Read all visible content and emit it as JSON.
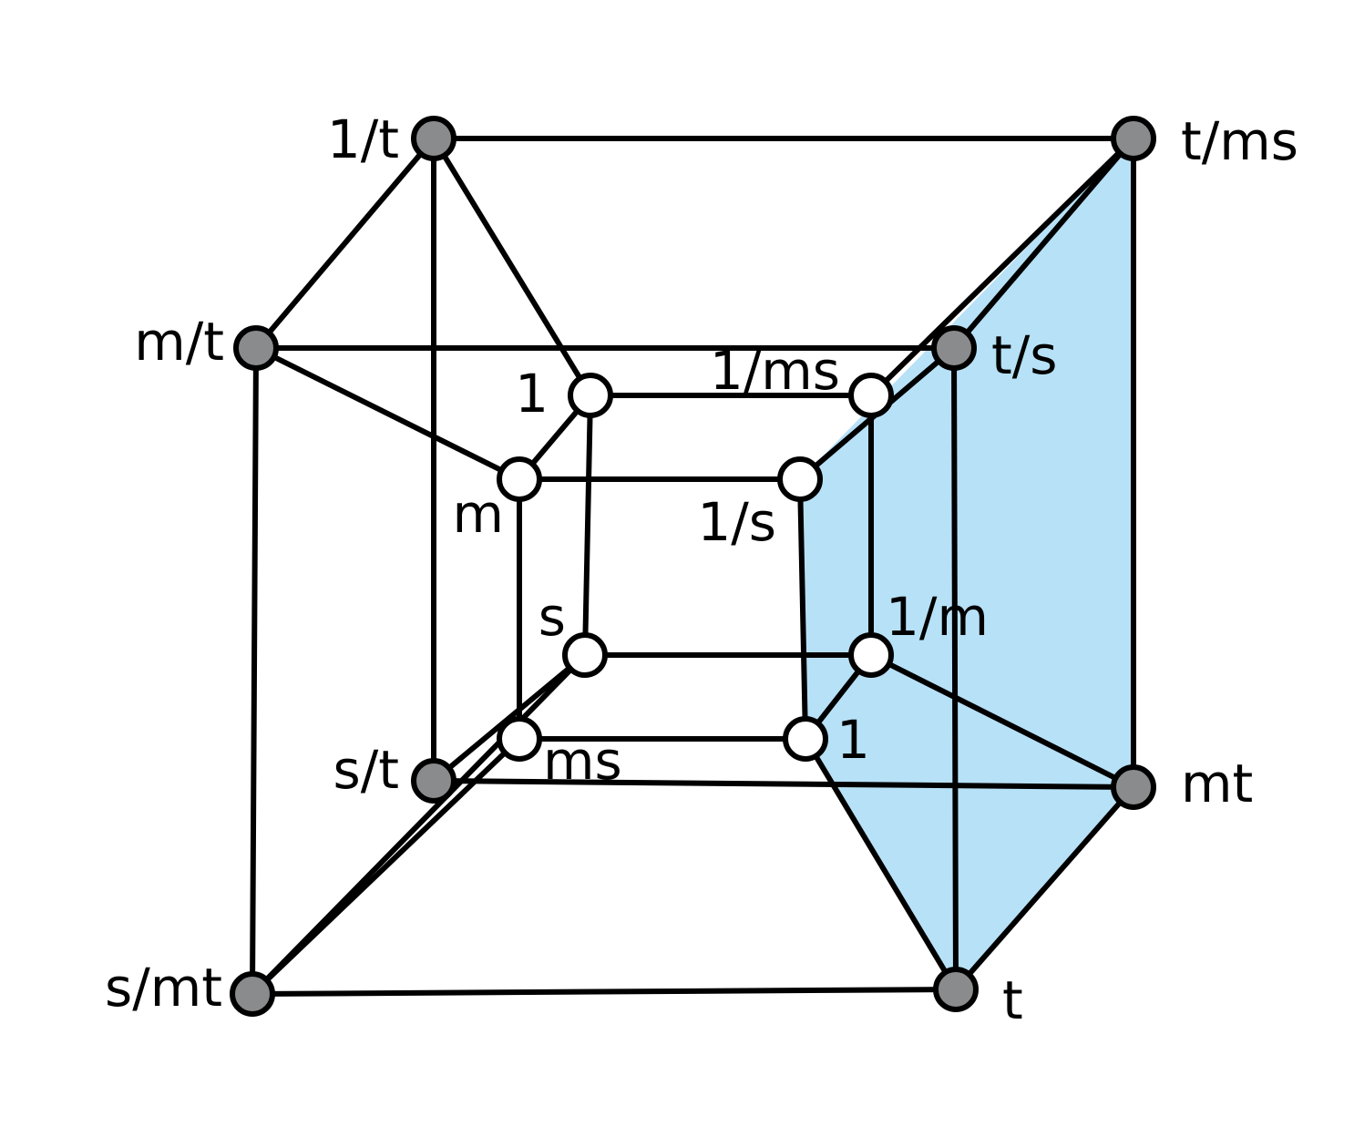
{
  "colors": {
    "outer_node_fill": "#8a8b8d",
    "inner_node_fill": "#ffffff",
    "edge": "#000000",
    "highlight_fill": "#aadcf6",
    "background": "#ffffff"
  },
  "nodes": [
    {
      "id": "n_1_over_t",
      "label": "1/t",
      "kind": "outer"
    },
    {
      "id": "n_t_over_ms",
      "label": "t/ms",
      "kind": "outer"
    },
    {
      "id": "n_m_over_t",
      "label": "m/t",
      "kind": "outer"
    },
    {
      "id": "n_t_over_s",
      "label": "t/s",
      "kind": "outer"
    },
    {
      "id": "n_s_over_t",
      "label": "s/t",
      "kind": "outer"
    },
    {
      "id": "n_mt",
      "label": "mt",
      "kind": "outer"
    },
    {
      "id": "n_s_over_mt",
      "label": "s/mt",
      "kind": "outer"
    },
    {
      "id": "n_t",
      "label": "t",
      "kind": "outer"
    },
    {
      "id": "n_1_top",
      "label": "1",
      "kind": "inner"
    },
    {
      "id": "n_1_over_ms",
      "label": "1/ms",
      "kind": "inner"
    },
    {
      "id": "n_m",
      "label": "m",
      "kind": "inner"
    },
    {
      "id": "n_1_over_s",
      "label": "1/s",
      "kind": "inner"
    },
    {
      "id": "n_s",
      "label": "s",
      "kind": "inner"
    },
    {
      "id": "n_1_over_m",
      "label": "1/m",
      "kind": "inner"
    },
    {
      "id": "n_ms",
      "label": "ms",
      "kind": "inner"
    },
    {
      "id": "n_1_bottom",
      "label": "1",
      "kind": "inner"
    }
  ],
  "edges": [
    [
      "n_1_over_t",
      "n_t_over_ms"
    ],
    [
      "n_1_over_t",
      "n_m_over_t"
    ],
    [
      "n_1_over_t",
      "n_s_over_t"
    ],
    [
      "n_1_over_t",
      "n_1_top"
    ],
    [
      "n_m_over_t",
      "n_t_over_s"
    ],
    [
      "n_m_over_t",
      "n_s_over_mt"
    ],
    [
      "n_m_over_t",
      "n_m"
    ],
    [
      "n_t_over_ms",
      "n_t_over_s"
    ],
    [
      "n_t_over_ms",
      "n_mt"
    ],
    [
      "n_t_over_ms",
      "n_1_over_ms"
    ],
    [
      "n_t_over_s",
      "n_t"
    ],
    [
      "n_t_over_s",
      "n_1_over_s"
    ],
    [
      "n_s_over_t",
      "n_mt"
    ],
    [
      "n_s_over_t",
      "n_s"
    ],
    [
      "n_s_over_mt",
      "n_t"
    ],
    [
      "n_s_over_mt",
      "n_s"
    ],
    [
      "n_s_over_mt",
      "n_ms"
    ],
    [
      "n_mt",
      "n_t"
    ],
    [
      "n_mt",
      "n_1_over_m"
    ],
    [
      "n_t",
      "n_1_bottom"
    ],
    [
      "n_1_top",
      "n_1_over_ms"
    ],
    [
      "n_1_top",
      "n_m"
    ],
    [
      "n_1_top",
      "n_s"
    ],
    [
      "n_m",
      "n_1_over_s"
    ],
    [
      "n_m",
      "n_ms"
    ],
    [
      "n_1_over_ms",
      "n_1_over_m"
    ],
    [
      "n_s",
      "n_1_over_m"
    ],
    [
      "n_1_over_s",
      "n_1_bottom"
    ],
    [
      "n_ms",
      "n_1_bottom"
    ],
    [
      "n_1_over_m",
      "n_1_bottom"
    ]
  ],
  "highlight_cell": [
    "n_t_over_ms",
    "n_mt",
    "n_t",
    "n_1_bottom",
    "n_1_over_s"
  ]
}
